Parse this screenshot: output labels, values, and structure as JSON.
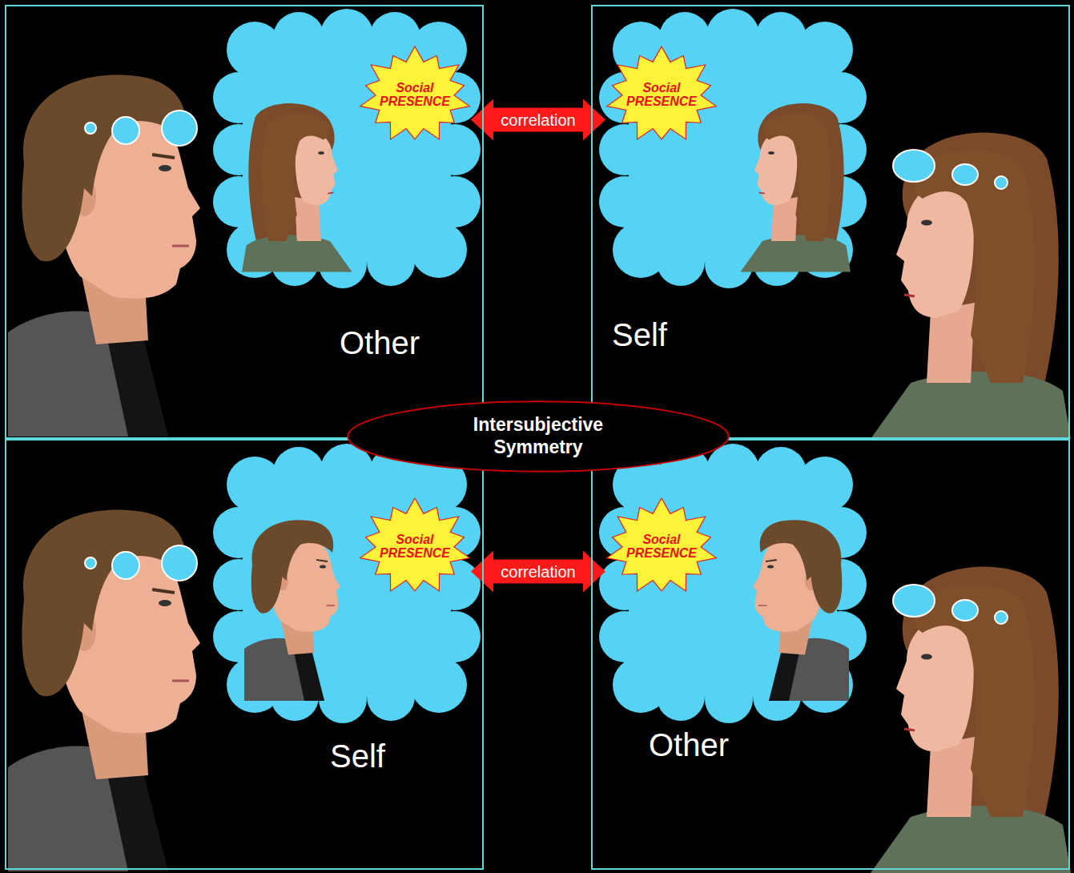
{
  "diagram": {
    "nodes": [
      {
        "text": [
          "Other"
        ]
      },
      {
        "text": [
          "Social PRESENCE"
        ],
        "in": 0
      },
      {
        "text": [
          "Self"
        ]
      },
      {
        "text": [
          "Social PRESENCE"
        ],
        "in": 2
      },
      {
        "text": [
          "Intersubjective Symmetry"
        ]
      },
      {
        "text": [
          "Self"
        ]
      },
      {
        "text": [
          "Social PRESENCE"
        ],
        "in": 5
      },
      {
        "text": [
          "Other"
        ]
      },
      {
        "text": [
          "Social PRESENCE"
        ],
        "in": 7
      }
    ],
    "edges": [
      {
        "from": 1,
        "to": 3,
        "label": "correlation",
        "arrow": "both"
      },
      {
        "from": 6,
        "to": 8,
        "label": "correlation",
        "arrow": "both"
      }
    ]
  }
}
